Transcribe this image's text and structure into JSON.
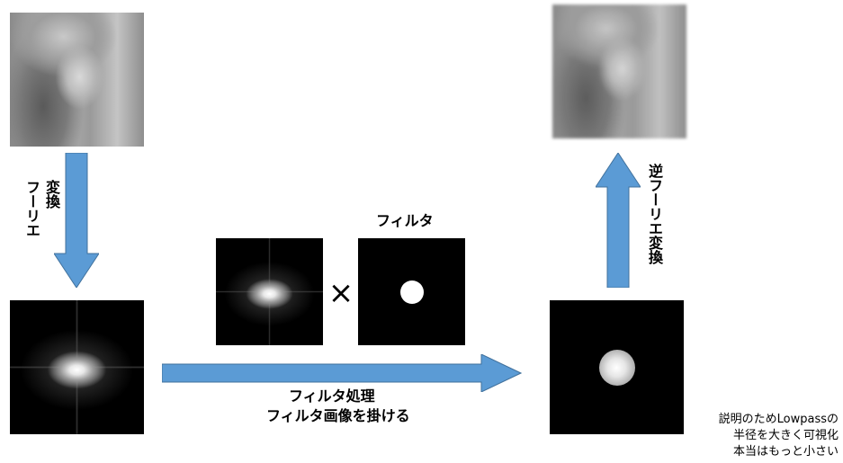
{
  "labels": {
    "fourier_transform_line1": "フーリエ",
    "fourier_transform_line2": "変換",
    "filter_title": "フィルタ",
    "multiply_symbol": "×",
    "filter_process_line1": "フィルタ処理",
    "filter_process_line2": "フィルタ画像を掛ける",
    "inverse_fourier_transform": "逆フーリエ変換"
  },
  "note": {
    "line1": "説明のためLowpassの",
    "line2": "半径を大きく可視化",
    "line3": "本当はもっと小さい"
  },
  "colors": {
    "arrow_fill": "#5b9bd5",
    "arrow_stroke": "#41719c",
    "background": "#ffffff",
    "image_black": "#000000"
  }
}
